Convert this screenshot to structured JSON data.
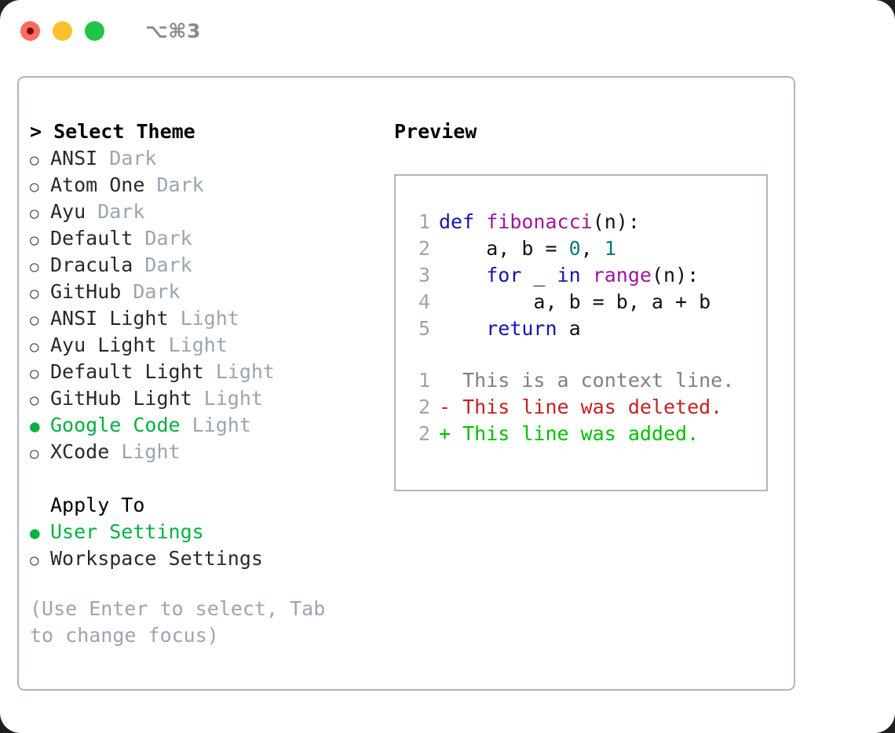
{
  "titlebar": {
    "dots": [
      {
        "name": "close-button",
        "color": "#fc6a61"
      },
      {
        "name": "minimize-button",
        "color": "#ffc02e"
      },
      {
        "name": "maximize-button",
        "color": "#21c445"
      }
    ],
    "shortcut": "⌥⌘3"
  },
  "theme_section": {
    "heading": "> Select Theme",
    "items": [
      {
        "marker": "○",
        "selected": false,
        "label": "ANSI",
        "suffix": " Dark"
      },
      {
        "marker": "○",
        "selected": false,
        "label": "Atom One",
        "suffix": " Dark"
      },
      {
        "marker": "○",
        "selected": false,
        "label": "Ayu",
        "suffix": " Dark"
      },
      {
        "marker": "○",
        "selected": false,
        "label": "Default",
        "suffix": " Dark"
      },
      {
        "marker": "○",
        "selected": false,
        "label": "Dracula",
        "suffix": " Dark"
      },
      {
        "marker": "○",
        "selected": false,
        "label": "GitHub",
        "suffix": " Dark"
      },
      {
        "marker": "○",
        "selected": false,
        "label": "ANSI Light",
        "suffix": " Light"
      },
      {
        "marker": "○",
        "selected": false,
        "label": "Ayu Light",
        "suffix": " Light"
      },
      {
        "marker": "○",
        "selected": false,
        "label": "Default Light",
        "suffix": " Light"
      },
      {
        "marker": "○",
        "selected": false,
        "label": "GitHub Light",
        "suffix": " Light"
      },
      {
        "marker": "●",
        "selected": true,
        "label": "Google Code",
        "suffix": " Light"
      },
      {
        "marker": "○",
        "selected": false,
        "label": "XCode",
        "suffix": " Light"
      }
    ]
  },
  "apply_section": {
    "heading": "Apply To",
    "items": [
      {
        "marker": "●",
        "selected": true,
        "label": "User Settings",
        "suffix": ""
      },
      {
        "marker": "○",
        "selected": false,
        "label": "Workspace Settings",
        "suffix": ""
      }
    ]
  },
  "hint": "(Use Enter to select, Tab to change focus)",
  "preview": {
    "heading": "Preview",
    "code_lines": [
      {
        "ln": "1",
        "tokens": [
          {
            "t": "def ",
            "c": "kw"
          },
          {
            "t": "fibonacci",
            "c": "fn"
          },
          {
            "t": "(n):",
            "c": "code-txt"
          }
        ]
      },
      {
        "ln": "2",
        "tokens": [
          {
            "t": "    a, b = ",
            "c": "code-txt"
          },
          {
            "t": "0",
            "c": "num"
          },
          {
            "t": ", ",
            "c": "code-txt"
          },
          {
            "t": "1",
            "c": "num"
          }
        ]
      },
      {
        "ln": "3",
        "tokens": [
          {
            "t": "    ",
            "c": "code-txt"
          },
          {
            "t": "for",
            "c": "kw"
          },
          {
            "t": " _ ",
            "c": "code-txt"
          },
          {
            "t": "in",
            "c": "kw"
          },
          {
            "t": " ",
            "c": "code-txt"
          },
          {
            "t": "range",
            "c": "fn"
          },
          {
            "t": "(n):",
            "c": "code-txt"
          }
        ]
      },
      {
        "ln": "4",
        "tokens": [
          {
            "t": "        a, b = b, a + b",
            "c": "code-txt"
          }
        ]
      },
      {
        "ln": "5",
        "tokens": [
          {
            "t": "    ",
            "c": "code-txt"
          },
          {
            "t": "return",
            "c": "kw"
          },
          {
            "t": " a",
            "c": "code-txt"
          }
        ]
      }
    ],
    "diff_lines": [
      {
        "ln": "1",
        "marker": "  ",
        "text": "This is a context line.",
        "kind": "d-ctx"
      },
      {
        "ln": "2",
        "marker": "- ",
        "text": "This line was deleted.",
        "kind": "d-del"
      },
      {
        "ln": "2",
        "marker": "+ ",
        "text": "This line was added.",
        "kind": "d-add"
      }
    ]
  },
  "colors": {
    "accent_green": "#00b140",
    "muted_gray": "#9aa5b1",
    "border": "#aeb6c2",
    "keyword_blue": "#1515a8",
    "function_magenta": "#a0169b",
    "number_teal": "#0a7a72",
    "diff_delete_red": "#c62020",
    "diff_add_green": "#00c000",
    "diff_context_gray": "#808080"
  }
}
